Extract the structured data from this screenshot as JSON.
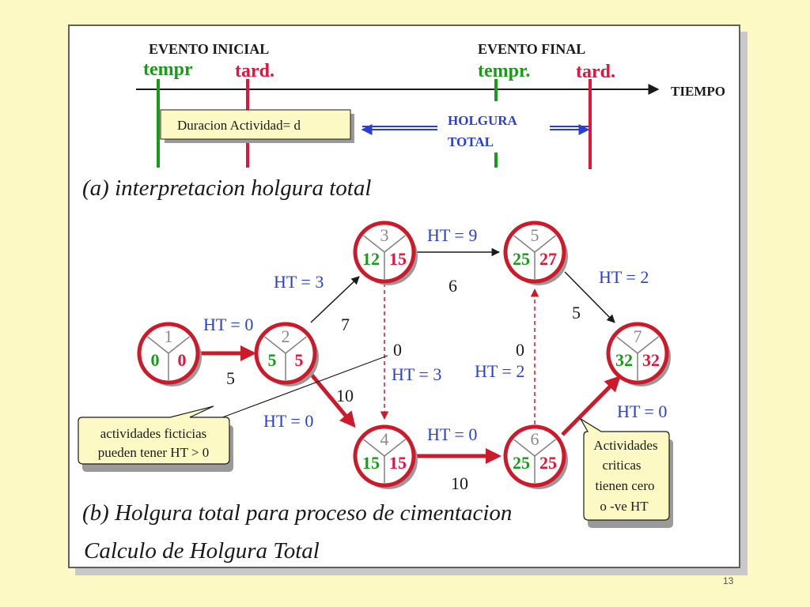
{
  "top": {
    "evento_inicial": "EVENTO INICIAL",
    "evento_final": "EVENTO FINAL",
    "tempr_start": "tempr",
    "tard_start": "tard.",
    "tempr_end": "tempr.",
    "tard_end": "tard.",
    "tiempo": "TIEMPO",
    "duracion": "Duracion Actividad= d",
    "holgura_1": "HOLGURA",
    "holgura_2": "TOTAL",
    "caption_a": "(a) interpretacion holgura total"
  },
  "nodes": [
    {
      "id": "1",
      "early": "0",
      "late": "0"
    },
    {
      "id": "2",
      "early": "5",
      "late": "5"
    },
    {
      "id": "3",
      "early": "12",
      "late": "15"
    },
    {
      "id": "4",
      "early": "15",
      "late": "15"
    },
    {
      "id": "5",
      "early": "25",
      "late": "27"
    },
    {
      "id": "6",
      "early": "25",
      "late": "25"
    },
    {
      "id": "7",
      "early": "32",
      "late": "32"
    }
  ],
  "edges": [
    {
      "from": "1",
      "to": "2",
      "duration": "5",
      "ht": "HT = 0",
      "critical": true
    },
    {
      "from": "2",
      "to": "3",
      "duration": "7",
      "ht": "HT = 3",
      "critical": false
    },
    {
      "from": "2",
      "to": "4",
      "duration": "10",
      "ht": "HT = 0",
      "critical": true
    },
    {
      "from": "3",
      "to": "5",
      "duration": "6",
      "ht": "HT = 9",
      "critical": false
    },
    {
      "from": "3",
      "to": "4",
      "duration": "0",
      "ht": "HT = 3",
      "critical": false,
      "dummy": true
    },
    {
      "from": "4",
      "to": "6",
      "duration": "10",
      "ht": "HT = 0",
      "critical": true
    },
    {
      "from": "6",
      "to": "5",
      "duration": "0",
      "ht": "HT = 2",
      "critical": false,
      "dummy": true
    },
    {
      "from": "5",
      "to": "7",
      "duration": "5",
      "ht": "HT = 2",
      "critical": false
    },
    {
      "from": "6",
      "to": "7",
      "duration": "",
      "ht": "HT = 0",
      "critical": true
    }
  ],
  "callouts": {
    "ficticias_1": "actividades ficticias",
    "ficticias_2": "pueden tener HT > 0",
    "criticas_1": "Actividades",
    "criticas_2": "criticas",
    "criticas_3": "tienen cero",
    "criticas_4": "o -ve HT"
  },
  "captions": {
    "caption_b": "(b) Holgura total para proceso de cimentacion",
    "calculo": "Calculo de Holgura Total"
  },
  "page_number": "13",
  "colors": {
    "background": "#fdf9c4",
    "green": "#1a9a1a",
    "red": "#e0143c",
    "blue": "#2a3fd0",
    "critical_arrow": "#cc1a2a",
    "callout_fill": "#fdf9c4"
  }
}
